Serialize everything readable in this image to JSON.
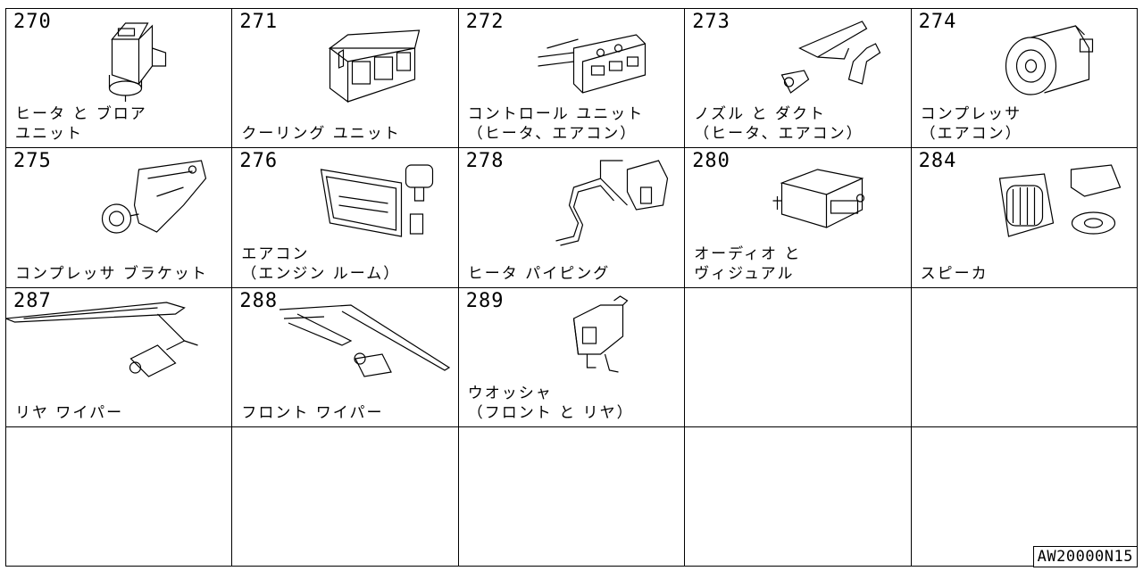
{
  "catalog_code": "AW20000N15",
  "cells": [
    {
      "number": "270",
      "label": "ヒータ と ブロア\nユニット",
      "icon": "heater-blower-icon"
    },
    {
      "number": "271",
      "label": "クーリング ユニット",
      "icon": "cooling-unit-icon"
    },
    {
      "number": "272",
      "label": "コントロール ユニット\n（ヒータ、エアコン）",
      "icon": "control-unit-icon"
    },
    {
      "number": "273",
      "label": "ノズル と ダクト\n（ヒータ、エアコン）",
      "icon": "nozzle-duct-icon"
    },
    {
      "number": "274",
      "label": "コンプレッサ\n（エアコン）",
      "icon": "compressor-icon"
    },
    {
      "number": "275",
      "label": "コンプレッサ ブラケット",
      "icon": "compressor-bracket-icon"
    },
    {
      "number": "276",
      "label": "エアコン\n（エンジン ルーム）",
      "icon": "condenser-icon"
    },
    {
      "number": "278",
      "label": "ヒータ パイピング",
      "icon": "heater-piping-icon"
    },
    {
      "number": "280",
      "label": "オーディオ と\nヴィジュアル",
      "icon": "audio-unit-icon"
    },
    {
      "number": "284",
      "label": "スピーカ",
      "icon": "speaker-icon"
    },
    {
      "number": "287",
      "label": "リヤ ワイパー",
      "icon": "rear-wiper-icon"
    },
    {
      "number": "288",
      "label": "フロント ワイパー",
      "icon": "front-wiper-icon"
    },
    {
      "number": "289",
      "label": "ウオッシャ\n（フロント と リヤ）",
      "icon": "washer-tank-icon"
    },
    {
      "number": "",
      "label": "",
      "icon": ""
    },
    {
      "number": "",
      "label": "",
      "icon": ""
    },
    {
      "number": "",
      "label": "",
      "icon": ""
    },
    {
      "number": "",
      "label": "",
      "icon": ""
    },
    {
      "number": "",
      "label": "",
      "icon": ""
    },
    {
      "number": "",
      "label": "",
      "icon": ""
    },
    {
      "number": "",
      "label": "",
      "icon": ""
    }
  ]
}
